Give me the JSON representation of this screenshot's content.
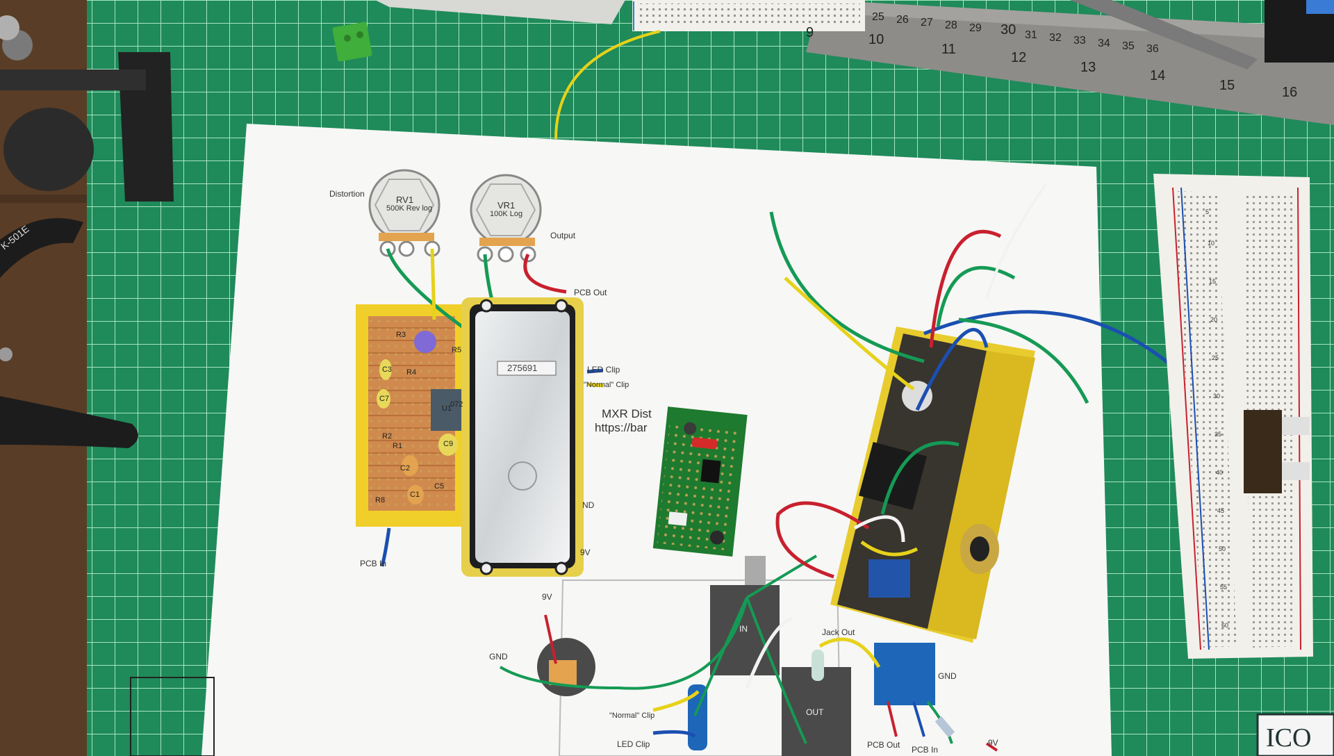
{
  "scene": {
    "description_free": true,
    "colors": {
      "mat": "#1f8a5a",
      "grid": "#9be0b8",
      "paper": "#f7f7f5",
      "stripboard": "#f1cf2a",
      "enclosure": "#e8cc2e",
      "pcb": "#1e7a2e",
      "wire_green": "#159a55",
      "wire_yellow": "#e6d21a",
      "wire_red": "#c8202e",
      "wire_blue": "#1b4fb0",
      "wire_white": "#f2f2f2",
      "wood": "#5a3d26"
    }
  },
  "ruler": {
    "numbers": [
      "9",
      "10",
      "11",
      "12",
      "13",
      "14",
      "15",
      "16"
    ],
    "small_numbers": [
      "25",
      "26",
      "27",
      "28",
      "29",
      "30",
      "31",
      "32",
      "33",
      "34",
      "35",
      "36"
    ]
  },
  "diagram": {
    "pot1": {
      "name": "RV1",
      "value": "500K Rev log",
      "label": "Distortion"
    },
    "pot2": {
      "name": "VR1",
      "value": "100K Log",
      "label": "Output"
    },
    "labels": {
      "pcb_out": "PCB Out",
      "led_clip": "LED Clip",
      "normal_clip": "\"Normal\" Clip",
      "pcb_in": "PCB In",
      "gnd": "GND",
      "nd": "ND",
      "nine_v": "9V",
      "title": "MXR Dist",
      "url": "https://bar"
    },
    "enclosure_stamp": "275691",
    "component_labels": [
      "R3",
      "R4",
      "R5",
      "C3",
      "C7",
      "U1",
      "072",
      "R2",
      "R1",
      "C9",
      "C2",
      "C1",
      "R8",
      "C5"
    ]
  },
  "wiring": {
    "nine_v": "9V",
    "gnd": "GND",
    "jack_out": "Jack Out",
    "in": "IN",
    "out": "OUT",
    "gnd_right": "GND",
    "normal_clip": "\"Normal\" Clip",
    "led_clip": "LED Clip",
    "pcb_out": "PCB Out",
    "pcb_in": "PCB In",
    "nine_v_bottom": "9V"
  },
  "breadboard": {
    "row_numbers": [
      "5",
      "10",
      "15",
      "20",
      "25",
      "30",
      "35",
      "40",
      "45",
      "50",
      "55",
      "60"
    ]
  },
  "tool_label": "K-501E",
  "corner_text": "ICO"
}
